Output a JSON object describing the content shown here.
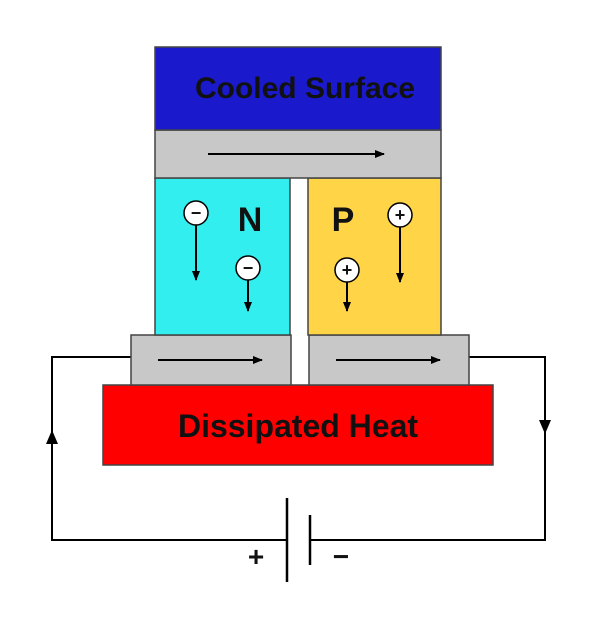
{
  "labels": {
    "top": "Cooled Surface",
    "bottom": "Dissipated Heat",
    "n_type": "N",
    "p_type": "P"
  },
  "battery": {
    "positive": "+",
    "negative": "−"
  },
  "carriers": {
    "electron": "−",
    "hole": "+"
  },
  "colors": {
    "cooled_surface": "#1a1acc",
    "dissipated_heat": "#ff0000",
    "n_type": "#33eeee",
    "p_type": "#ffd447",
    "conductor": "#c8c8c8"
  }
}
